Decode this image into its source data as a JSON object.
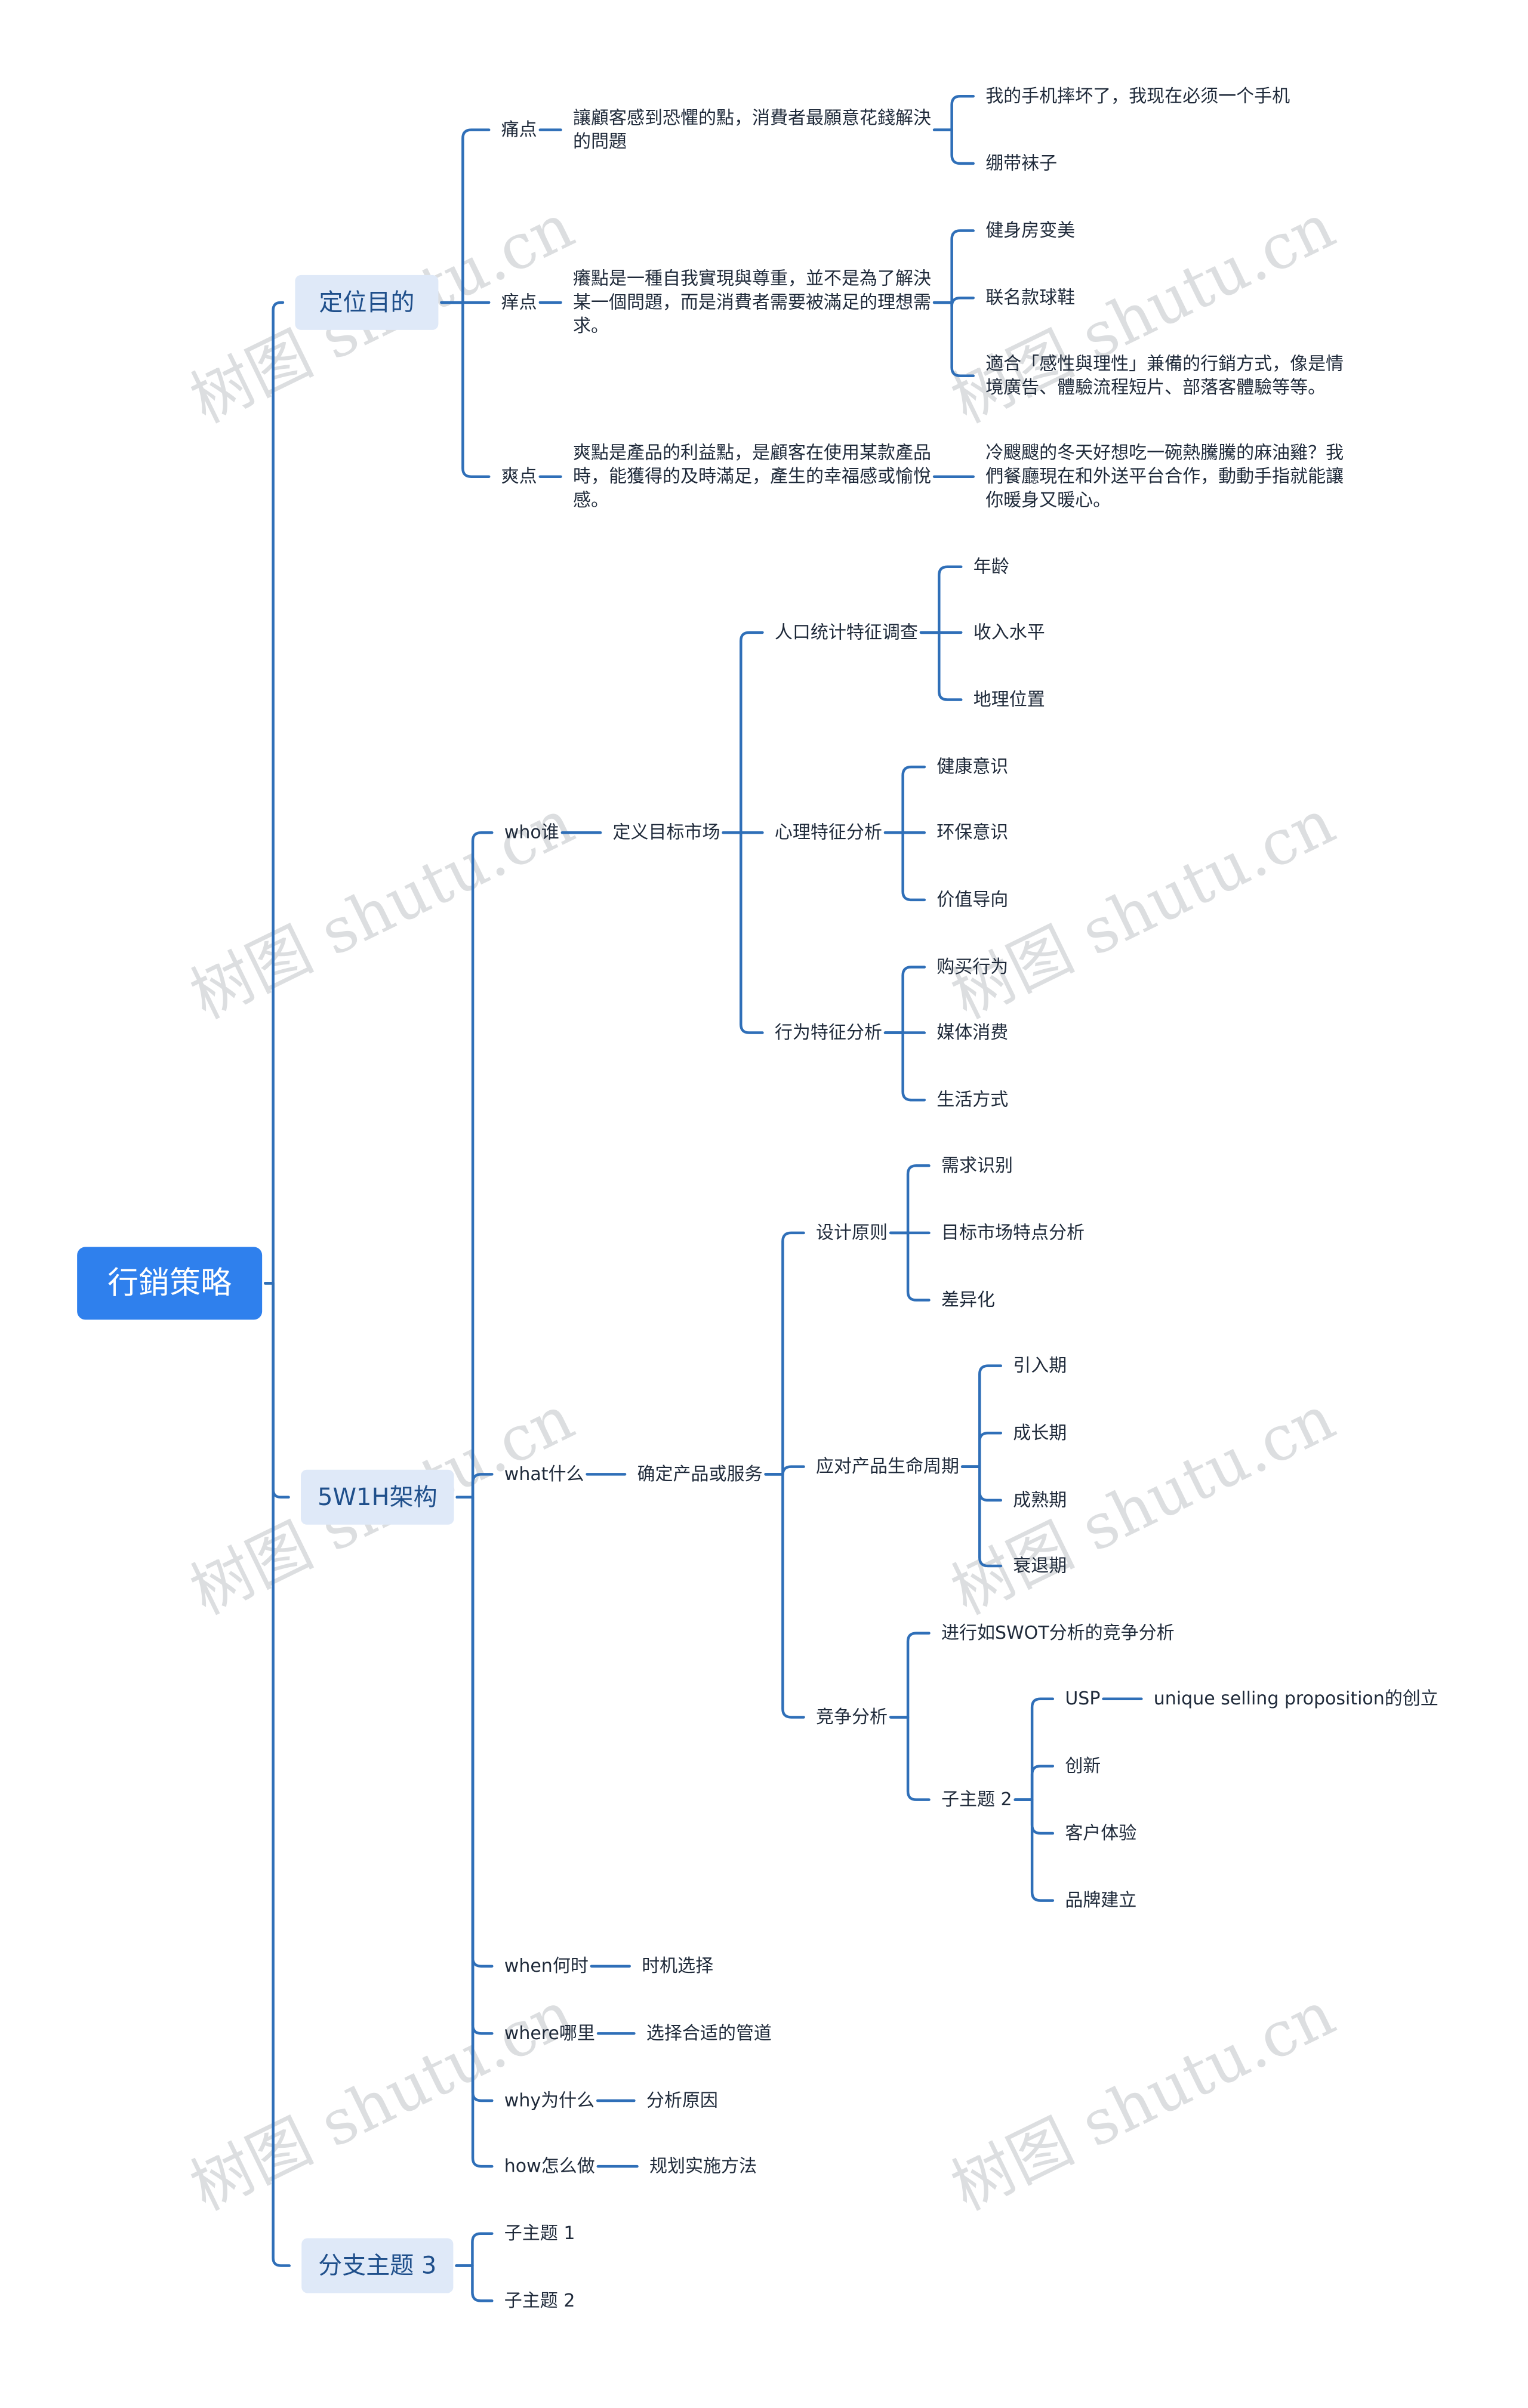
{
  "watermark": "树图 shutu.cn",
  "root": "行銷策略",
  "branches": [
    {
      "label": "定位目的",
      "children": [
        {
          "label": "痛点",
          "children": [
            {
              "label": "讓顧客感到恐懼的點，消費者最願意花錢解決\n的問題",
              "children": [
                {
                  "label": "我的手机摔坏了，我现在必须一个手机"
                },
                {
                  "label": "绷带袜子"
                }
              ]
            }
          ]
        },
        {
          "label": "痒点",
          "children": [
            {
              "label": "癢點是一種自我實現與尊重，並不是為了解決\n某一個問題，而是消費者需要被滿足的理想需\n求。",
              "children": [
                {
                  "label": "健身房变美"
                },
                {
                  "label": "联名款球鞋"
                },
                {
                  "label": "適合「感性與理性」兼備的行銷方式，像是情\n境廣告、體驗流程短片、部落客體驗等等。"
                }
              ]
            }
          ]
        },
        {
          "label": "爽点",
          "children": [
            {
              "label": "爽點是產品的利益點，是顧客在使用某款產品\n時，能獲得的及時滿足，產生的幸福感或愉悅\n感。",
              "children": [
                {
                  "label": "冷颼颼的冬天好想吃一碗熱騰騰的麻油雞？我\n們餐廳現在和外送平台合作，動動手指就能讓\n你暖身又暖心。"
                }
              ]
            }
          ]
        }
      ]
    },
    {
      "label": "5W1H架构",
      "children": [
        {
          "label": "who谁",
          "children": [
            {
              "label": "定义目标市场",
              "children": [
                {
                  "label": "人口统计特征调查",
                  "children": [
                    {
                      "label": "年龄"
                    },
                    {
                      "label": "收入水平"
                    },
                    {
                      "label": "地理位置"
                    }
                  ]
                },
                {
                  "label": "心理特征分析",
                  "children": [
                    {
                      "label": "健康意识"
                    },
                    {
                      "label": "环保意识"
                    },
                    {
                      "label": "价值导向"
                    }
                  ]
                },
                {
                  "label": "行为特征分析",
                  "children": [
                    {
                      "label": "购买行为"
                    },
                    {
                      "label": "媒体消费"
                    },
                    {
                      "label": "生活方式"
                    }
                  ]
                }
              ]
            }
          ]
        },
        {
          "label": "what什么",
          "children": [
            {
              "label": "确定产品或服务",
              "children": [
                {
                  "label": "设计原则",
                  "children": [
                    {
                      "label": "需求识别"
                    },
                    {
                      "label": "目标市场特点分析"
                    },
                    {
                      "label": "差异化"
                    }
                  ]
                },
                {
                  "label": "应对产品生命周期",
                  "children": [
                    {
                      "label": "引入期"
                    },
                    {
                      "label": "成长期"
                    },
                    {
                      "label": "成熟期"
                    },
                    {
                      "label": "衰退期"
                    }
                  ]
                },
                {
                  "label": "竞争分析",
                  "children": [
                    {
                      "label": "进行如SWOT分析的竞争分析"
                    },
                    {
                      "label": "子主题 2",
                      "children": [
                        {
                          "label": "USP",
                          "children": [
                            {
                              "label": "unique selling proposition的创立"
                            }
                          ]
                        },
                        {
                          "label": "创新"
                        },
                        {
                          "label": "客户体验"
                        },
                        {
                          "label": "品牌建立"
                        }
                      ]
                    }
                  ]
                }
              ]
            }
          ]
        },
        {
          "label": "when何时",
          "children": [
            {
              "label": "时机选择"
            }
          ]
        },
        {
          "label": "where哪里",
          "children": [
            {
              "label": "选择合适的管道"
            }
          ]
        },
        {
          "label": "why为什么",
          "children": [
            {
              "label": "分析原因"
            }
          ]
        },
        {
          "label": "how怎么做",
          "children": [
            {
              "label": "规划实施方法"
            }
          ]
        }
      ]
    },
    {
      "label": "分支主题 3",
      "children": [
        {
          "label": "子主题 1"
        },
        {
          "label": "子主题 2"
        }
      ]
    }
  ]
}
